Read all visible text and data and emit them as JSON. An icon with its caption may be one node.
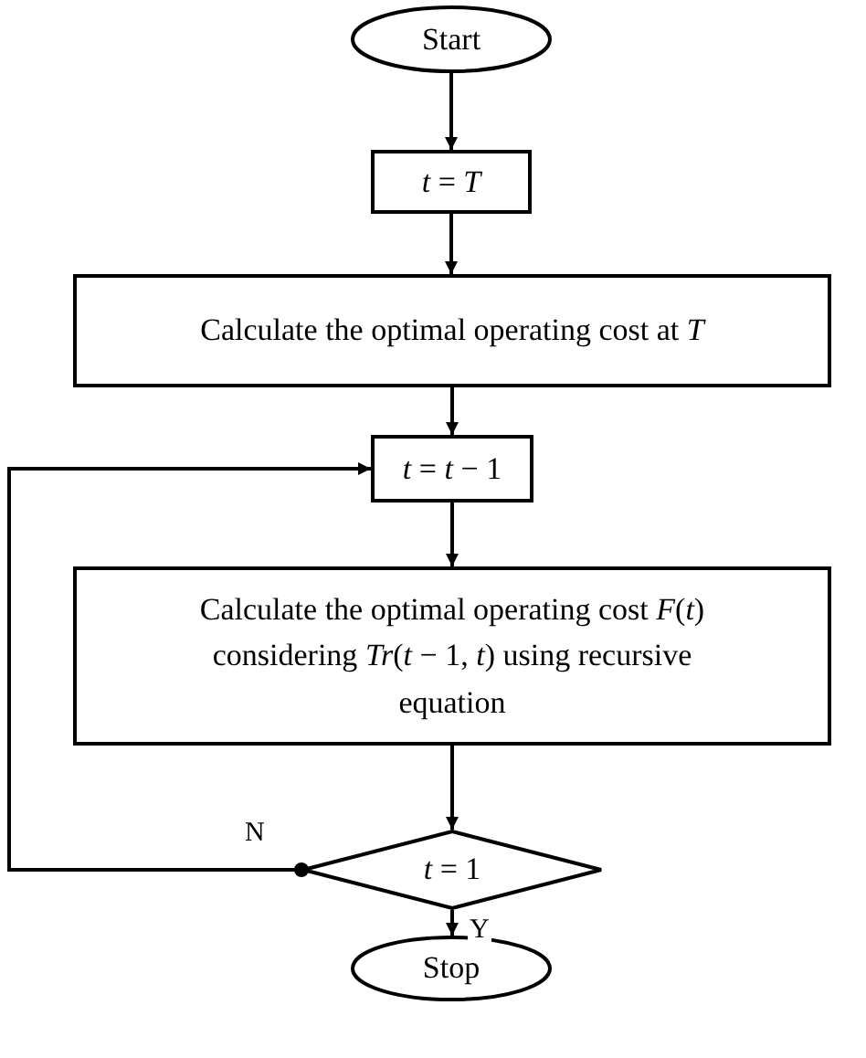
{
  "diagram": {
    "nodes": [
      {
        "text": [
          "Start"
        ]
      },
      {
        "text": [
          "*t* = *T*"
        ]
      },
      {
        "text": [
          "Calculate the optimal operating cost at *T*"
        ]
      },
      {
        "text": [
          "*t* = *t* − 1"
        ]
      },
      {
        "text": [
          "Calculate the optimal operating cost *F*(*t*) considering *Tr*(*t* − 1, *t*) using recursive equation"
        ]
      },
      {
        "text": [
          "*t* = 1"
        ]
      },
      {
        "text": [
          "Stop"
        ]
      }
    ],
    "edges": [
      {
        "from": 0,
        "to": 1,
        "arrow": "to"
      },
      {
        "from": 1,
        "to": 2,
        "arrow": "to"
      },
      {
        "from": 2,
        "to": 3,
        "arrow": "to"
      },
      {
        "from": 3,
        "to": 4,
        "arrow": "to"
      },
      {
        "from": 4,
        "to": 5,
        "arrow": "to"
      },
      {
        "from": 5,
        "to": 6,
        "label": "Y",
        "arrow": "to"
      },
      {
        "from": 5,
        "to": 3,
        "label": "N",
        "arrow": "to"
      }
    ]
  }
}
